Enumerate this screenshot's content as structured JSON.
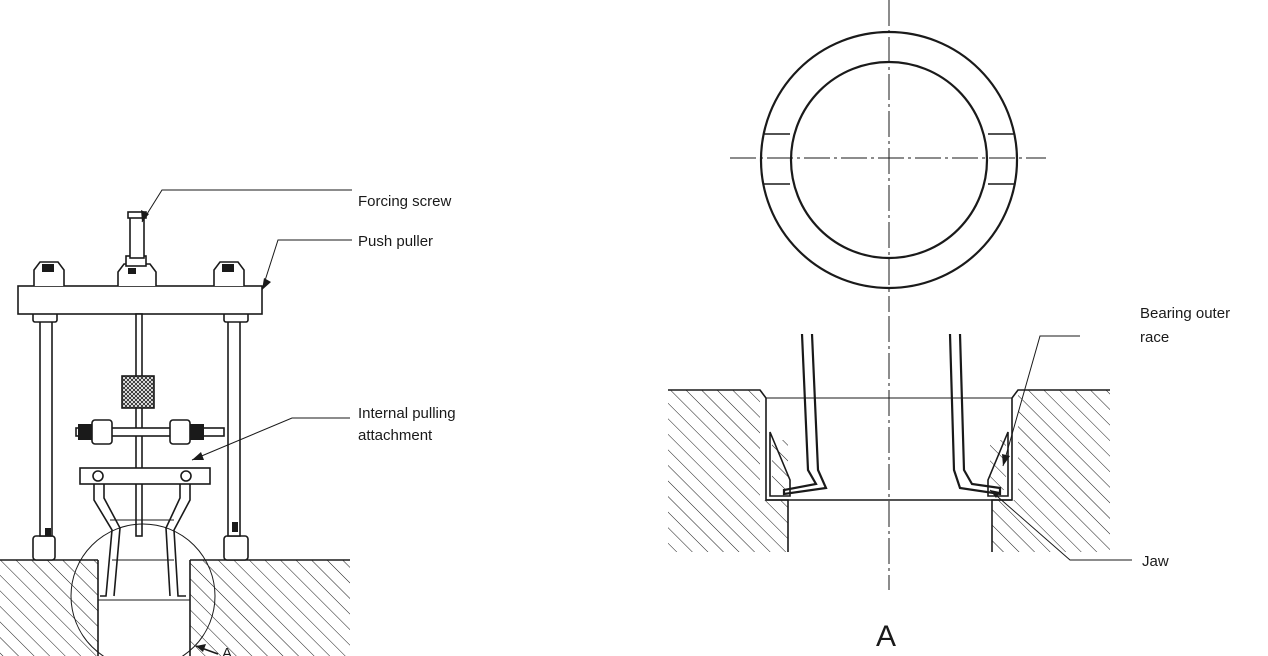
{
  "labels": {
    "forcing_screw": "Forcing screw",
    "push_puller": "Push puller",
    "internal_pulling_line1": "Internal pulling",
    "internal_pulling_line2": "attachment",
    "bearing_outer_race_line1": "Bearing outer",
    "bearing_outer_race_line2": "race",
    "jaw": "Jaw",
    "detail_view": "A",
    "detail_ref": "A"
  }
}
